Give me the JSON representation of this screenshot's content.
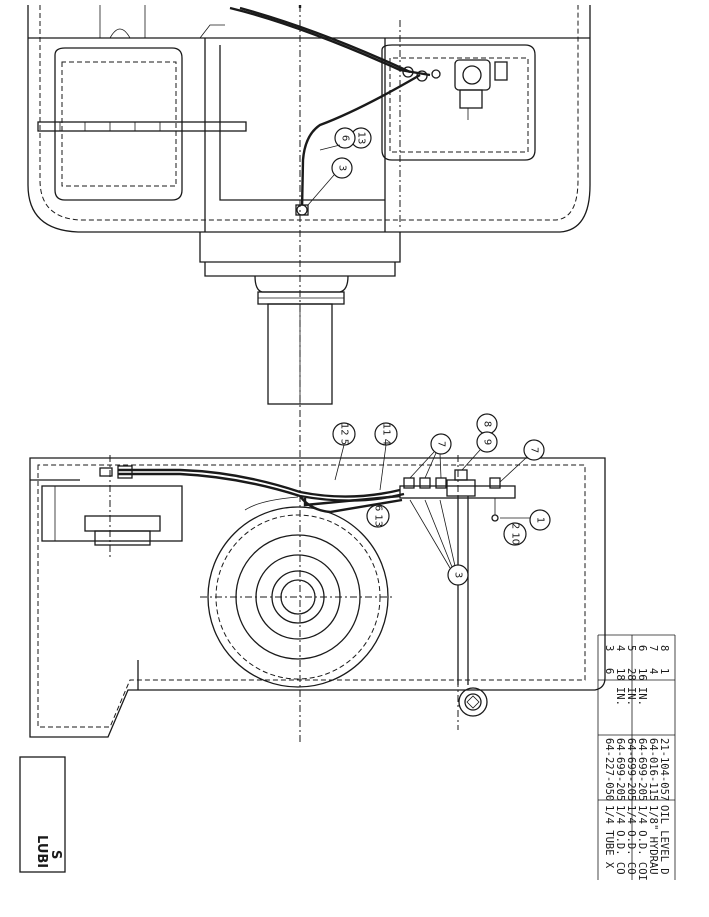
{
  "balloons": {
    "b13_top": "13",
    "b6_top": "6",
    "b3_top": "3",
    "b12_5": "12 5",
    "b11_4": "11 4",
    "b8": "8",
    "b9": "9",
    "b7_a": "7",
    "b7_b": "7",
    "b1": "1",
    "b2_10": "2 10",
    "b6_13": "6 13",
    "b3_mid": "3"
  },
  "parts_table": {
    "rows": [
      {
        "item": "3",
        "qty": "6",
        "part_no": "64-227-050",
        "description": "1/4 TUBE X"
      },
      {
        "item": "4",
        "qty": "18 IN.",
        "part_no": "64-699-205",
        "description": "1/4 O.D. CO"
      },
      {
        "item": "5",
        "qty": "28 IN.",
        "part_no": "64-699-205",
        "description": "1/4 O.D. CO"
      },
      {
        "item": "6",
        "qty": "16 IN.",
        "part_no": "64-699-205",
        "description": "1/4 O.D. COI"
      },
      {
        "item": "7",
        "qty": "4",
        "part_no": "64-016-115",
        "description": "1/8\" HYDRAU"
      },
      {
        "item": "8",
        "qty": "1",
        "part_no": "21-104-057",
        "description": "OIL LEVEL D"
      }
    ]
  },
  "title_block": {
    "line1": "LUBI",
    "line2": "S"
  }
}
